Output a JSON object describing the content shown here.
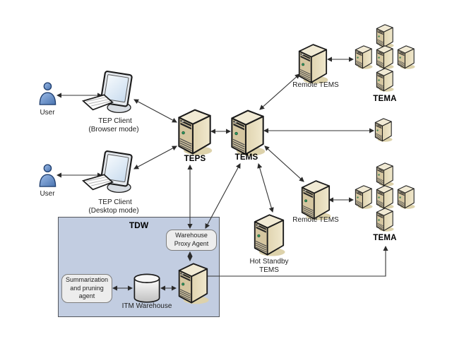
{
  "diagram": {
    "users": {
      "top": {
        "label": "User"
      },
      "bottom": {
        "label": "User"
      }
    },
    "clients": {
      "browser": {
        "label": "TEP Client",
        "mode": "(Browser mode)"
      },
      "desktop": {
        "label": "TEP Client",
        "mode": "(Desktop mode)"
      }
    },
    "servers": {
      "teps": {
        "label": "TEPS"
      },
      "tems": {
        "label": "TEMS"
      },
      "remote_tems_top": {
        "label": "Remote TEMS"
      },
      "remote_tems_bottom": {
        "label": "Remote TEMS"
      },
      "hot_standby": {
        "label": "Hot Standby\nTEMS"
      },
      "tema_top": {
        "label": "TEMA",
        "node_count": 5
      },
      "tema_bottom": {
        "label": "TEMA",
        "node_count": 5
      }
    },
    "tdw": {
      "title": "TDW",
      "warehouse_proxy_agent": "Warehouse\nProxy Agent",
      "summarization_agent": "Summarization\nand pruning\nagent",
      "itm_warehouse": "ITM Warehouse"
    },
    "colors": {
      "tdw-fill": "#c2cde1",
      "tdw-border": "#54575d",
      "agent-fill": "#ededed",
      "agent-border": "#7d7d7d",
      "server-front": "#d5c6a0",
      "server-side": "#e9dfc1",
      "server-top": "#f1ead4",
      "line": "#333333",
      "label": "#222222",
      "user-blue": "#6e95cc"
    }
  }
}
